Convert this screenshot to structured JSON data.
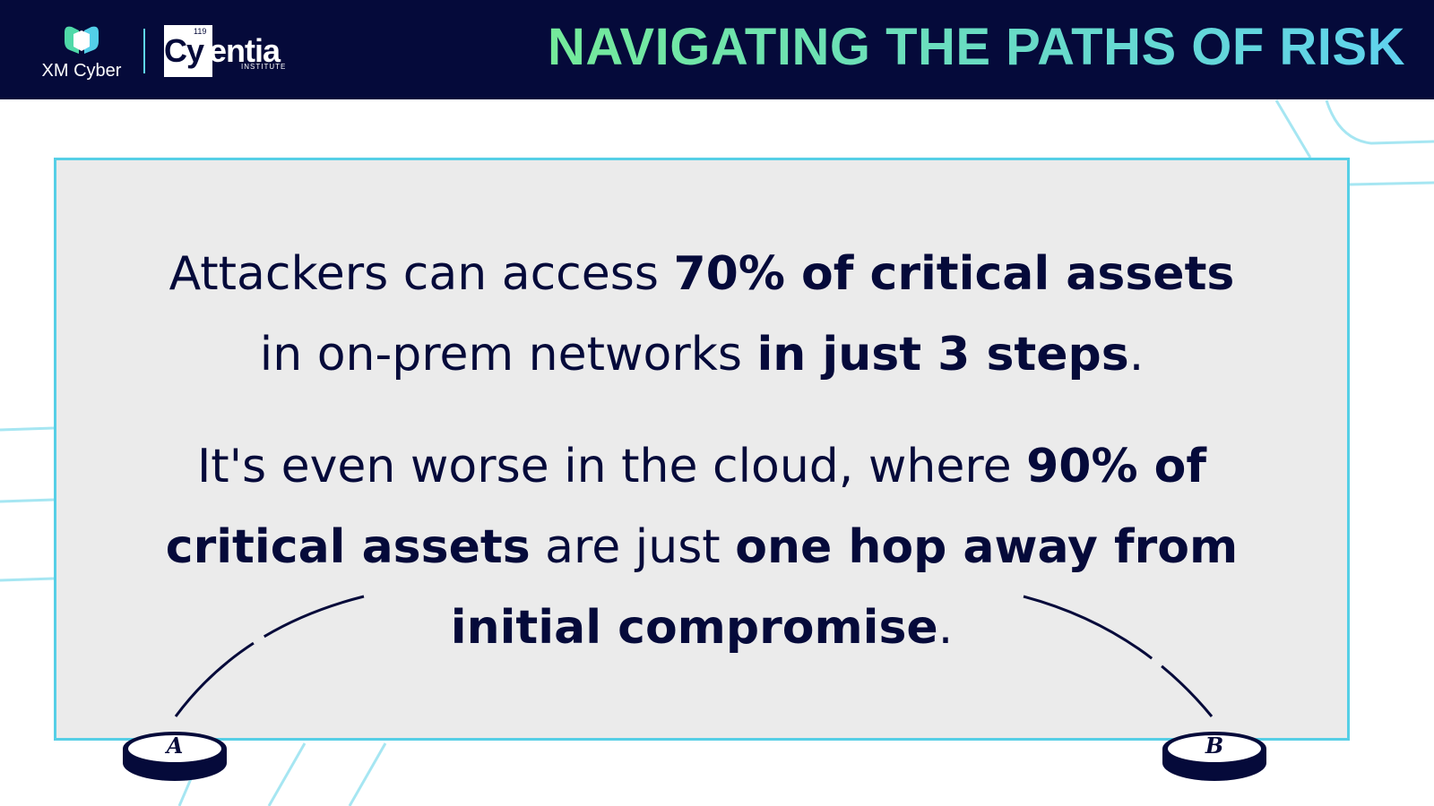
{
  "header": {
    "title": "NAVIGATING THE PATHS OF RISK",
    "logo_xm": "XM Cyber",
    "logo_cyentia": {
      "number": "119",
      "box_letters": "Cy",
      "rest": "entia",
      "sub": "INSTITUTE"
    }
  },
  "card": {
    "paragraph1": {
      "line1_normal": "Attackers can access ",
      "line1_bold": "70% of critical assets",
      "line2_normal": "in on-prem networks ",
      "line2_bold": "in just 3 steps",
      "line2_end": "."
    },
    "paragraph2": {
      "line1_normal": "It's even worse in the cloud, where ",
      "line1_bold": "90% of",
      "line2_bold": "critical assets",
      "line2_normal": " are just ",
      "line2_bold2": "one hop away from",
      "line3_bold": "initial compromise",
      "line3_end": "."
    }
  },
  "nodes": {
    "a": "A",
    "b": "B"
  },
  "icons": [
    "xm-cyber-logo-icon",
    "cyentia-logo-icon"
  ],
  "colors": {
    "header_bg": "#050a3a",
    "accent_cyan": "#56cfe6",
    "accent_green": "#74ea9a",
    "card_bg": "#ebebeb",
    "text": "#050a3a"
  }
}
